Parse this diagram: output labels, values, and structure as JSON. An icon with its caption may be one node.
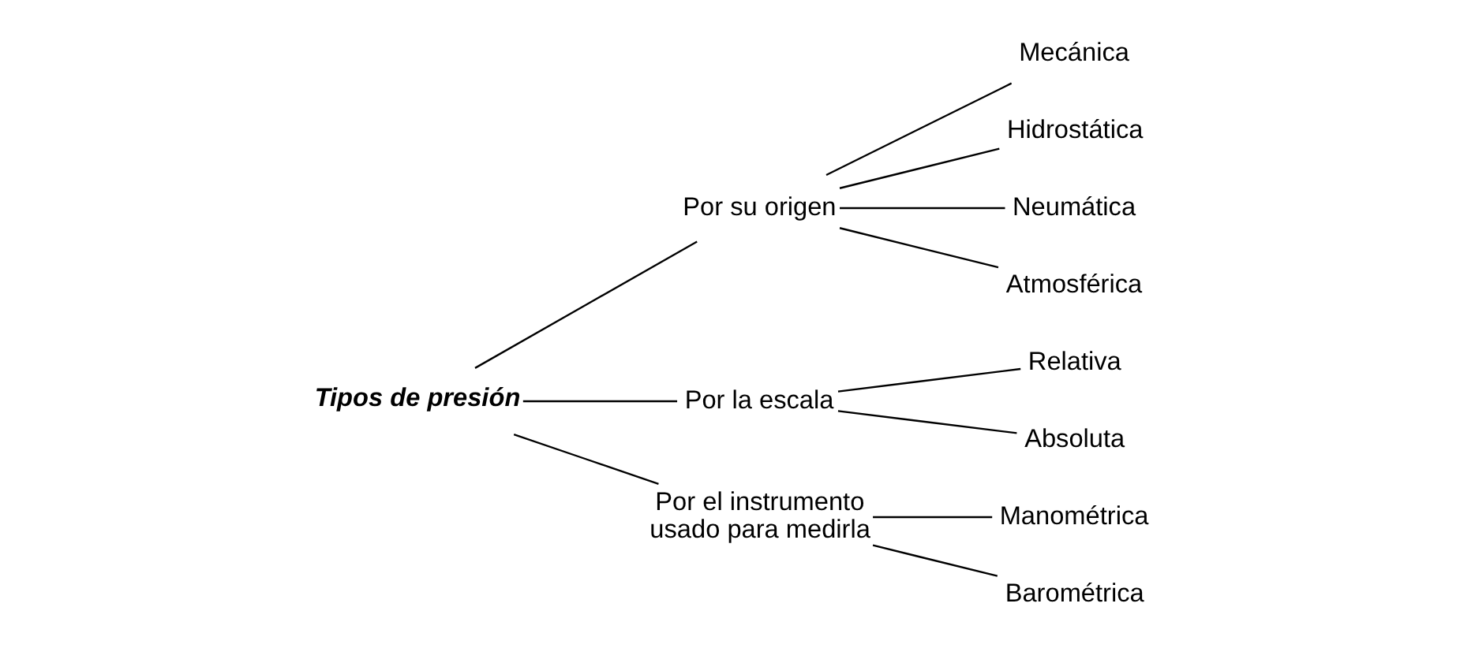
{
  "diagram": {
    "nodes": [
      {
        "text": [
          "Tipos de presión"
        ]
      },
      {
        "text": [
          "Por su origen"
        ]
      },
      {
        "text": [
          "Por la escala"
        ]
      },
      {
        "text": [
          "Por el instrumento usado para medirla"
        ]
      },
      {
        "text": [
          "Mecánica"
        ]
      },
      {
        "text": [
          "Hidrostática"
        ]
      },
      {
        "text": [
          "Neumática"
        ]
      },
      {
        "text": [
          "Atmosférica"
        ]
      },
      {
        "text": [
          "Relativa"
        ]
      },
      {
        "text": [
          "Absoluta"
        ]
      },
      {
        "text": [
          "Manométrica"
        ]
      },
      {
        "text": [
          "Barométrica"
        ]
      }
    ],
    "edges": [
      {
        "from": 0,
        "to": 1,
        "arrow": "none"
      },
      {
        "from": 0,
        "to": 2,
        "arrow": "none"
      },
      {
        "from": 0,
        "to": 3,
        "arrow": "none"
      },
      {
        "from": 1,
        "to": 4,
        "arrow": "none"
      },
      {
        "from": 1,
        "to": 5,
        "arrow": "none"
      },
      {
        "from": 1,
        "to": 6,
        "arrow": "none"
      },
      {
        "from": 1,
        "to": 7,
        "arrow": "none"
      },
      {
        "from": 2,
        "to": 8,
        "arrow": "none"
      },
      {
        "from": 2,
        "to": 9,
        "arrow": "none"
      },
      {
        "from": 3,
        "to": 10,
        "arrow": "none"
      },
      {
        "from": 3,
        "to": 11,
        "arrow": "none"
      }
    ]
  }
}
